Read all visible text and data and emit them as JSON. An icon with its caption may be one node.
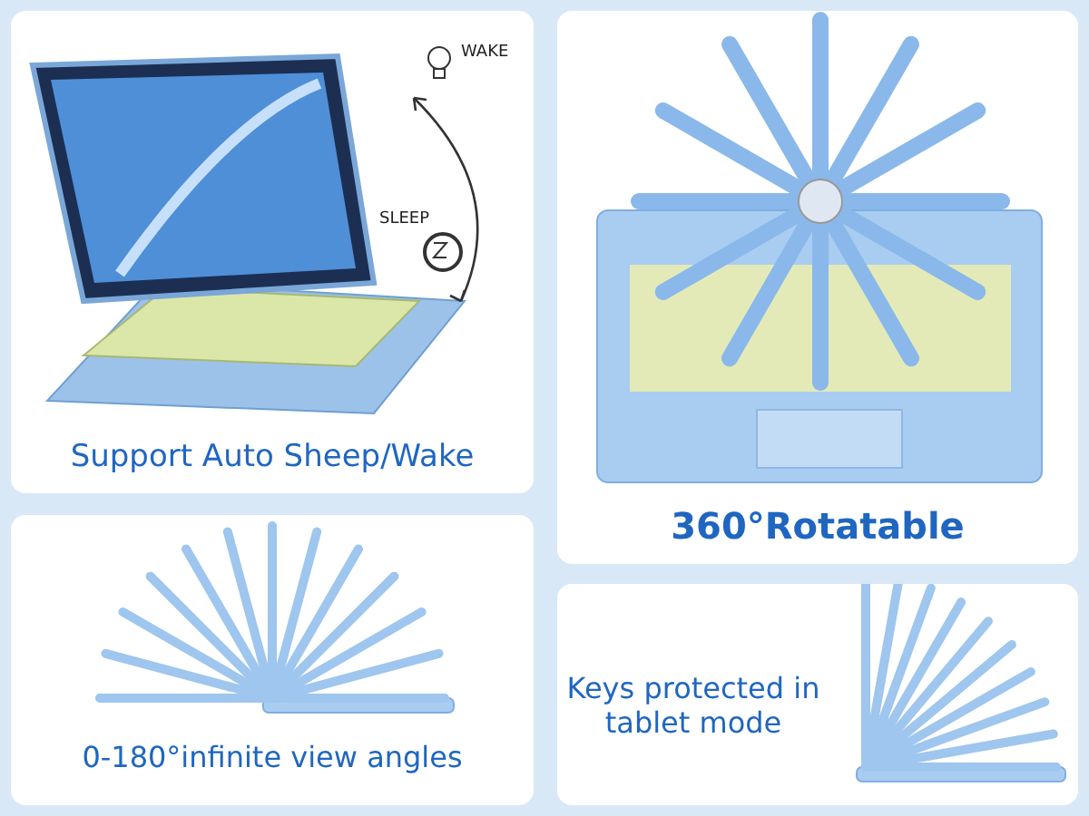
{
  "diagram": {
    "nodes": [
      {
        "text": [
          "Support Auto Sheep/Wake"
        ]
      },
      {
        "text": [
          "360°Rotatable"
        ]
      },
      {
        "text": [
          "0-180°infinite view angles"
        ]
      },
      {
        "text": [
          "Keys protected in tablet mode"
        ]
      }
    ],
    "labels": [
      "WAKE",
      "SLEEP"
    ]
  }
}
